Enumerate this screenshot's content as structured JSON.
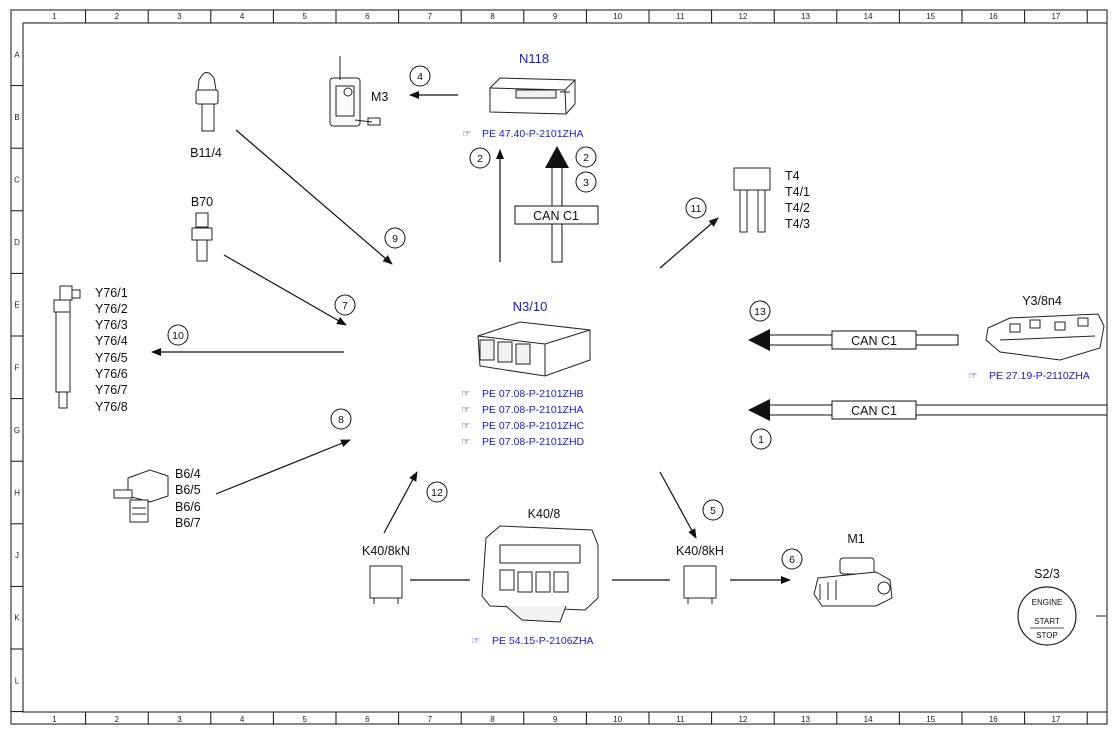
{
  "grid": {
    "columns": [
      "1",
      "2",
      "3",
      "4",
      "5",
      "6",
      "7",
      "8",
      "9",
      "10",
      "11",
      "12",
      "13",
      "14",
      "15",
      "16",
      "17"
    ],
    "rows": [
      "A",
      "B",
      "C",
      "D",
      "E",
      "F",
      "G",
      "H",
      "J",
      "K",
      "L"
    ]
  },
  "components": {
    "n118": {
      "label": "N118",
      "ref": "PE 47.40-P-2101ZHA"
    },
    "m3": {
      "label": "M3"
    },
    "b11_4": {
      "label": "B11/4"
    },
    "b70": {
      "label": "B70"
    },
    "t4": {
      "labels": [
        "T4",
        "T4/1",
        "T4/2",
        "T4/3"
      ]
    },
    "n3_10": {
      "label": "N3/10",
      "refs": [
        "PE 07.08-P-2101ZHB",
        "PE 07.08-P-2101ZHA",
        "PE 07.08-P-2101ZHC",
        "PE 07.08-P-2101ZHD"
      ]
    },
    "y76": {
      "labels": [
        "Y76/1",
        "Y76/2",
        "Y76/3",
        "Y76/4",
        "Y76/5",
        "Y76/6",
        "Y76/7",
        "Y76/8"
      ]
    },
    "y3_8n4": {
      "label": "Y3/8n4",
      "ref": "PE 27.19-P-2110ZHA"
    },
    "b6": {
      "labels": [
        "B6/4",
        "B6/5",
        "B6/6",
        "B6/7"
      ]
    },
    "k40_8": {
      "label": "K40/8",
      "ref": "PE 54.15-P-2106ZHA"
    },
    "k40_8kn": {
      "label": "K40/8kN"
    },
    "k40_8kh": {
      "label": "K40/8kH"
    },
    "m1": {
      "label": "M1"
    },
    "s2_3": {
      "label": "S2/3",
      "button_lines": [
        "ENGINE",
        "START",
        "STOP"
      ]
    }
  },
  "can_labels": {
    "top": "CAN C1",
    "right_1": "CAN C1",
    "right_2": "CAN C1"
  },
  "callouts": [
    "1",
    "2",
    "2",
    "3",
    "4",
    "5",
    "6",
    "7",
    "8",
    "9",
    "10",
    "11",
    "12",
    "13"
  ],
  "colors": {
    "reference_blue": "#1a1ad0",
    "line": "#111111"
  }
}
